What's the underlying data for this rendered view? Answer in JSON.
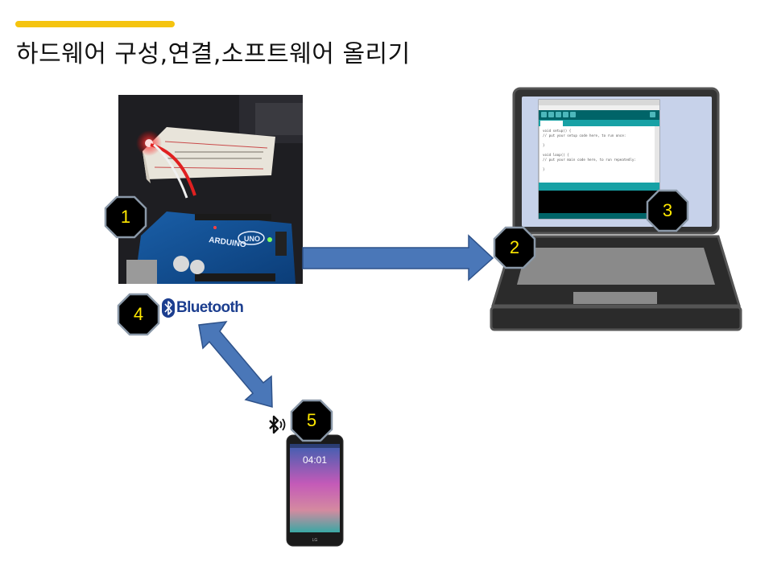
{
  "slide": {
    "title": "하드웨어 구성,연결,소프트웨어 올리기",
    "accent_color": "#f5c40f"
  },
  "arduino_photo": {
    "board_brand": "ARDUINO",
    "board_model": "UNO"
  },
  "laptop": {
    "ide_code_lines": [
      "void setup() {",
      "  // put your setup code here, to run once:",
      "",
      "}",
      "",
      "void loop() {",
      "  // put your main code here, to run repeatedly:",
      "",
      "}"
    ]
  },
  "phone": {
    "clock": "04:01",
    "brand": "LG"
  },
  "bluetooth": {
    "label": "Bluetooth",
    "icon": "bluetooth-icon"
  },
  "badges": [
    {
      "label": "1"
    },
    {
      "label": "2"
    },
    {
      "label": "3"
    },
    {
      "label": "4"
    },
    {
      "label": "5"
    }
  ],
  "colors": {
    "arrow_fill": "#4a77b8",
    "arrow_stroke": "#2e528a",
    "badge_fill": "#000000",
    "badge_ring": "#8a98a8",
    "badge_text": "#ffe800",
    "bluetooth_blue": "#1c3e8f"
  }
}
